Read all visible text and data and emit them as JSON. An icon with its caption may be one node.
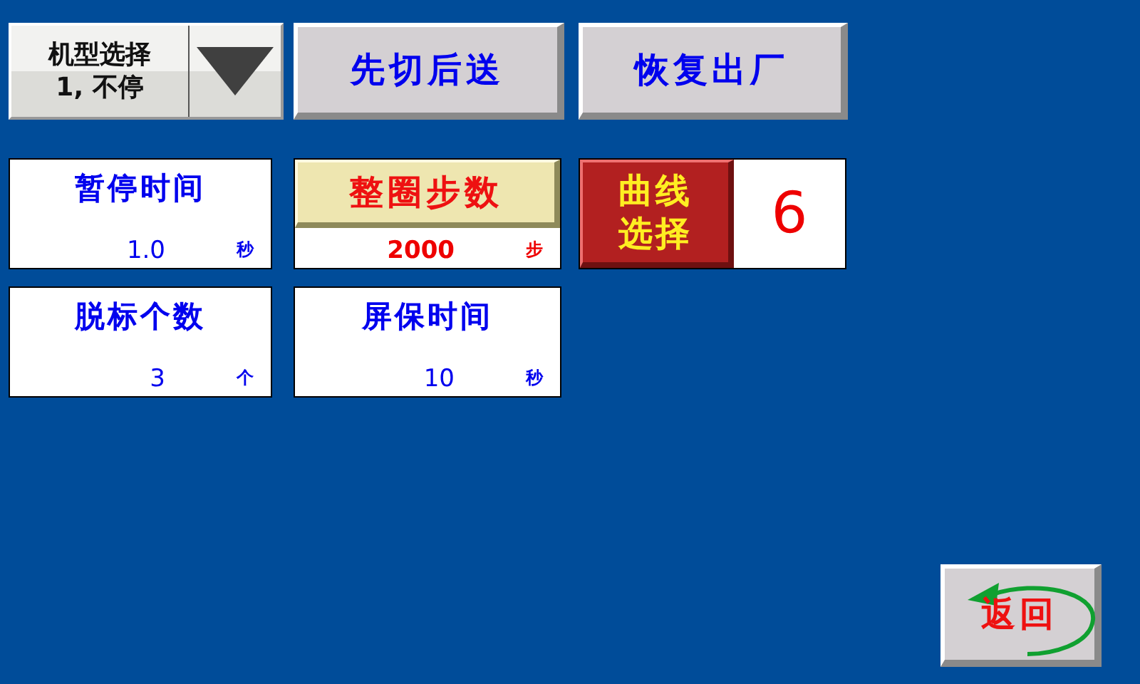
{
  "diagram": {
    "nodes": [
      {
        "text": [
          "机型选择",
          "1, 不停"
        ]
      },
      {
        "text": [
          "先切后送"
        ]
      },
      {
        "text": [
          "恢复出厂"
        ]
      },
      {
        "text": [
          "暂停时间",
          "1.0",
          "秒"
        ]
      },
      {
        "text": [
          "整圈步数",
          "2000",
          "步"
        ]
      },
      {
        "text": [
          "曲线选择",
          "6"
        ]
      },
      {
        "text": [
          "脱标个数",
          "3",
          "个"
        ]
      },
      {
        "text": [
          "屏保时间",
          "10",
          "秒"
        ]
      },
      {
        "text": [
          "返回"
        ]
      }
    ]
  }
}
